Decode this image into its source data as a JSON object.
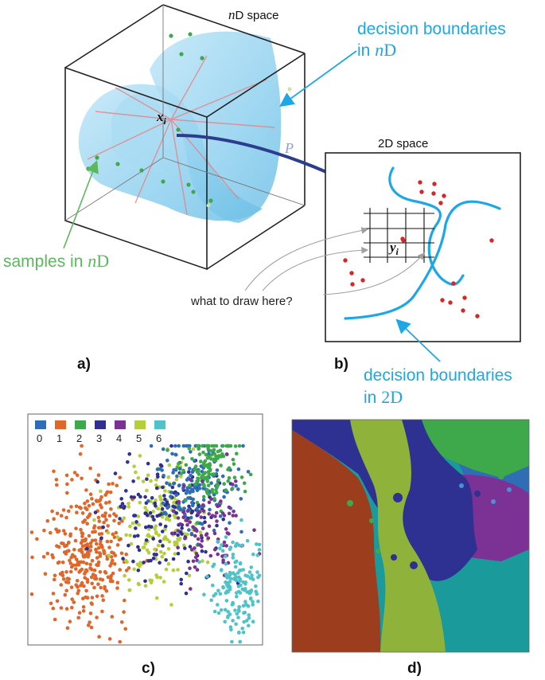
{
  "panel_a": {
    "label": "a)",
    "cube_title_var": "n",
    "cube_title_rest": "D space",
    "boundary_line1": "decision boundaries",
    "boundary_line2_pre": "in ",
    "boundary_line2_var": "n",
    "boundary_line2_rest": "D",
    "samples_pre": "samples in ",
    "samples_var": "n",
    "samples_rest": "D",
    "point_x": "x",
    "point_x_sub": "i",
    "projection": "P"
  },
  "panel_b": {
    "label": "b)",
    "title": "2D space",
    "question": "what to draw here?",
    "point_y": "y",
    "point_y_sub": "i",
    "boundary_line1": "decision boundaries",
    "boundary_line2_pre": "in ",
    "boundary_line2_rest": "2D"
  },
  "panel_c": {
    "label": "c)",
    "legend": [
      {
        "name": "0",
        "color": "#2f6eb5"
      },
      {
        "name": "1",
        "color": "#e0662a"
      },
      {
        "name": "2",
        "color": "#3ea94b"
      },
      {
        "name": "3",
        "color": "#2e3192"
      },
      {
        "name": "4",
        "color": "#7b3294"
      },
      {
        "name": "5",
        "color": "#b5cf3a"
      },
      {
        "name": "6",
        "color": "#4fc3c7"
      }
    ]
  },
  "panel_d": {
    "label": "d)"
  },
  "colors": {
    "boundary": "#1ea7e6",
    "sample_green": "#3ea94b",
    "sample_red": "#d62728",
    "samples_label": "#5cb85c",
    "arrow_blue": "#2b3d8c"
  }
}
